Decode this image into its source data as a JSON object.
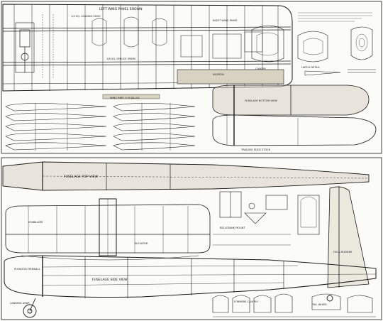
{
  "plan": {
    "colors": {
      "ink": "#1a1a1a",
      "paper": "#fbfbf8",
      "wood": "#d9d2c2"
    },
    "top_panel": {
      "labels": {
        "wing_title": "LEFT WING PANEL SHOWN",
        "right_wing": "RIGHT WING PANEL",
        "aileron": "AILERON",
        "spar": "1/8 SQ. SPRUCE SPARS",
        "rib_sheet": "WING RIBS 1/16 BALSA",
        "fuselage_bottom": "FUSELAGE BOTTOM VIEW",
        "canopy": "CANOPY",
        "hatch": "HATCH DETAIL",
        "leading_edge": "1/4 SQ. LEADING EDGE",
        "trailing_edge": "TRAILING EDGE STOCK"
      }
    },
    "bottom_panel": {
      "labels": {
        "fuselage_top": "FUSELAGE TOP VIEW",
        "stabilizer": "STABILIZER",
        "elevator": "ELEVATOR",
        "fin": "FIN & RUDDER",
        "fuselage_side": "FUSELAGE SIDE VIEW",
        "firewall": "PLYWOOD FIREWALL",
        "formers": "FORMERS 1/16 PLY",
        "bellcrank": "BELLCRANK MOUNT",
        "landing_gear": "LANDING GEAR",
        "tail_wheel": "TAIL WHEEL"
      }
    }
  }
}
